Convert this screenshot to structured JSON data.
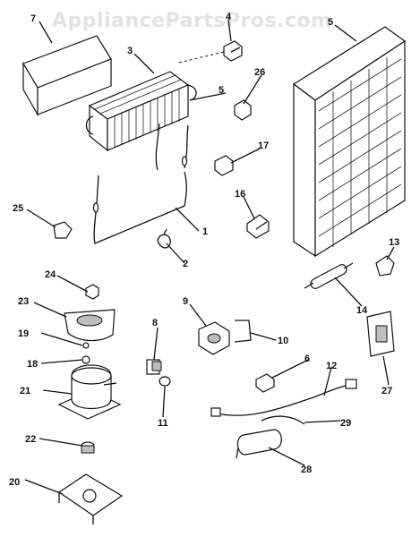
{
  "watermark": "AppliancePartsPros.com",
  "callouts": [
    "1",
    "2",
    "3",
    "4",
    "5",
    "5",
    "6",
    "7",
    "8",
    "9",
    "10",
    "11",
    "12",
    "13",
    "14",
    "16",
    "17",
    "18",
    "19",
    "20",
    "21",
    "22",
    "23",
    "24",
    "25",
    "26",
    "27",
    "28",
    "29"
  ]
}
